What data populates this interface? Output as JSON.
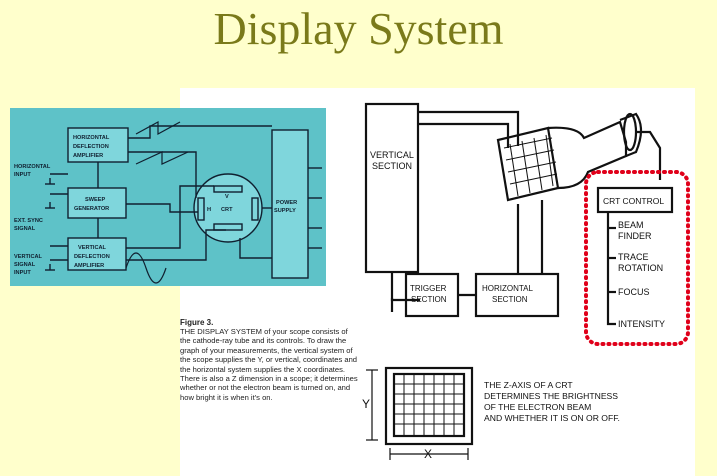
{
  "slide": {
    "title": "Display System"
  },
  "blue_diagram": {
    "blocks": {
      "horizontal_deflection_amplifier": [
        "HORIZONTAL",
        "DEFLECTION",
        "AMPLIFIER"
      ],
      "sweep_generator": [
        "SWEEP",
        "GENERATOR"
      ],
      "vertical_deflection_amplifier": [
        "VERTICAL",
        "DEFLECTION",
        "AMPLIFIER"
      ],
      "crt": "CRT",
      "power_supply": [
        "POWER",
        "SUPPLY"
      ]
    },
    "inputs": {
      "horizontal_input": [
        "HORIZONTAL",
        "INPUT"
      ],
      "ext_sync_signal": [
        "EXT. SYNC",
        "SIGNAL"
      ],
      "vertical_signal_input": [
        "VERTICAL",
        "SIGNAL",
        "INPUT"
      ]
    },
    "plate_labels": {
      "v": "V",
      "h": "H"
    }
  },
  "sketch": {
    "vertical_section": [
      "VERTICAL",
      "SECTION"
    ],
    "trigger_section": [
      "TRIGGER",
      "SECTION"
    ],
    "horizontal_section": [
      "HORIZONTAL",
      "SECTION"
    ],
    "crt_control": "CRT CONTROL",
    "controls": [
      [
        "BEAM",
        "FINDER"
      ],
      [
        "TRACE",
        "ROTATION"
      ],
      [
        "FOCUS"
      ],
      [
        "INTENSITY"
      ]
    ],
    "y_label": "Y",
    "x_label": "X",
    "z_axis_note": [
      "THE Z-AXIS OF A CRT",
      "DETERMINES THE BRIGHTNESS",
      "OF THE ELECTRON BEAM",
      "AND WHETHER IT IS ON OR OFF."
    ]
  },
  "figure": {
    "title": "Figure 3.",
    "caption": "THE DISPLAY SYSTEM of your scope consists of the cathode-ray tube and its controls. To draw the graph of your measurements, the vertical system of the scope supplies the Y, or vertical, coordinates and the horizontal system supplies the X coordinates. There is also a Z dimension in a scope; it determines whether or not the electron beam is turned on, and how bright it is when it's on."
  },
  "colors": {
    "background": "#ffffcc",
    "title": "#7a7a1a",
    "panel": "#5ec2c8",
    "highlight": "#e0001a"
  }
}
